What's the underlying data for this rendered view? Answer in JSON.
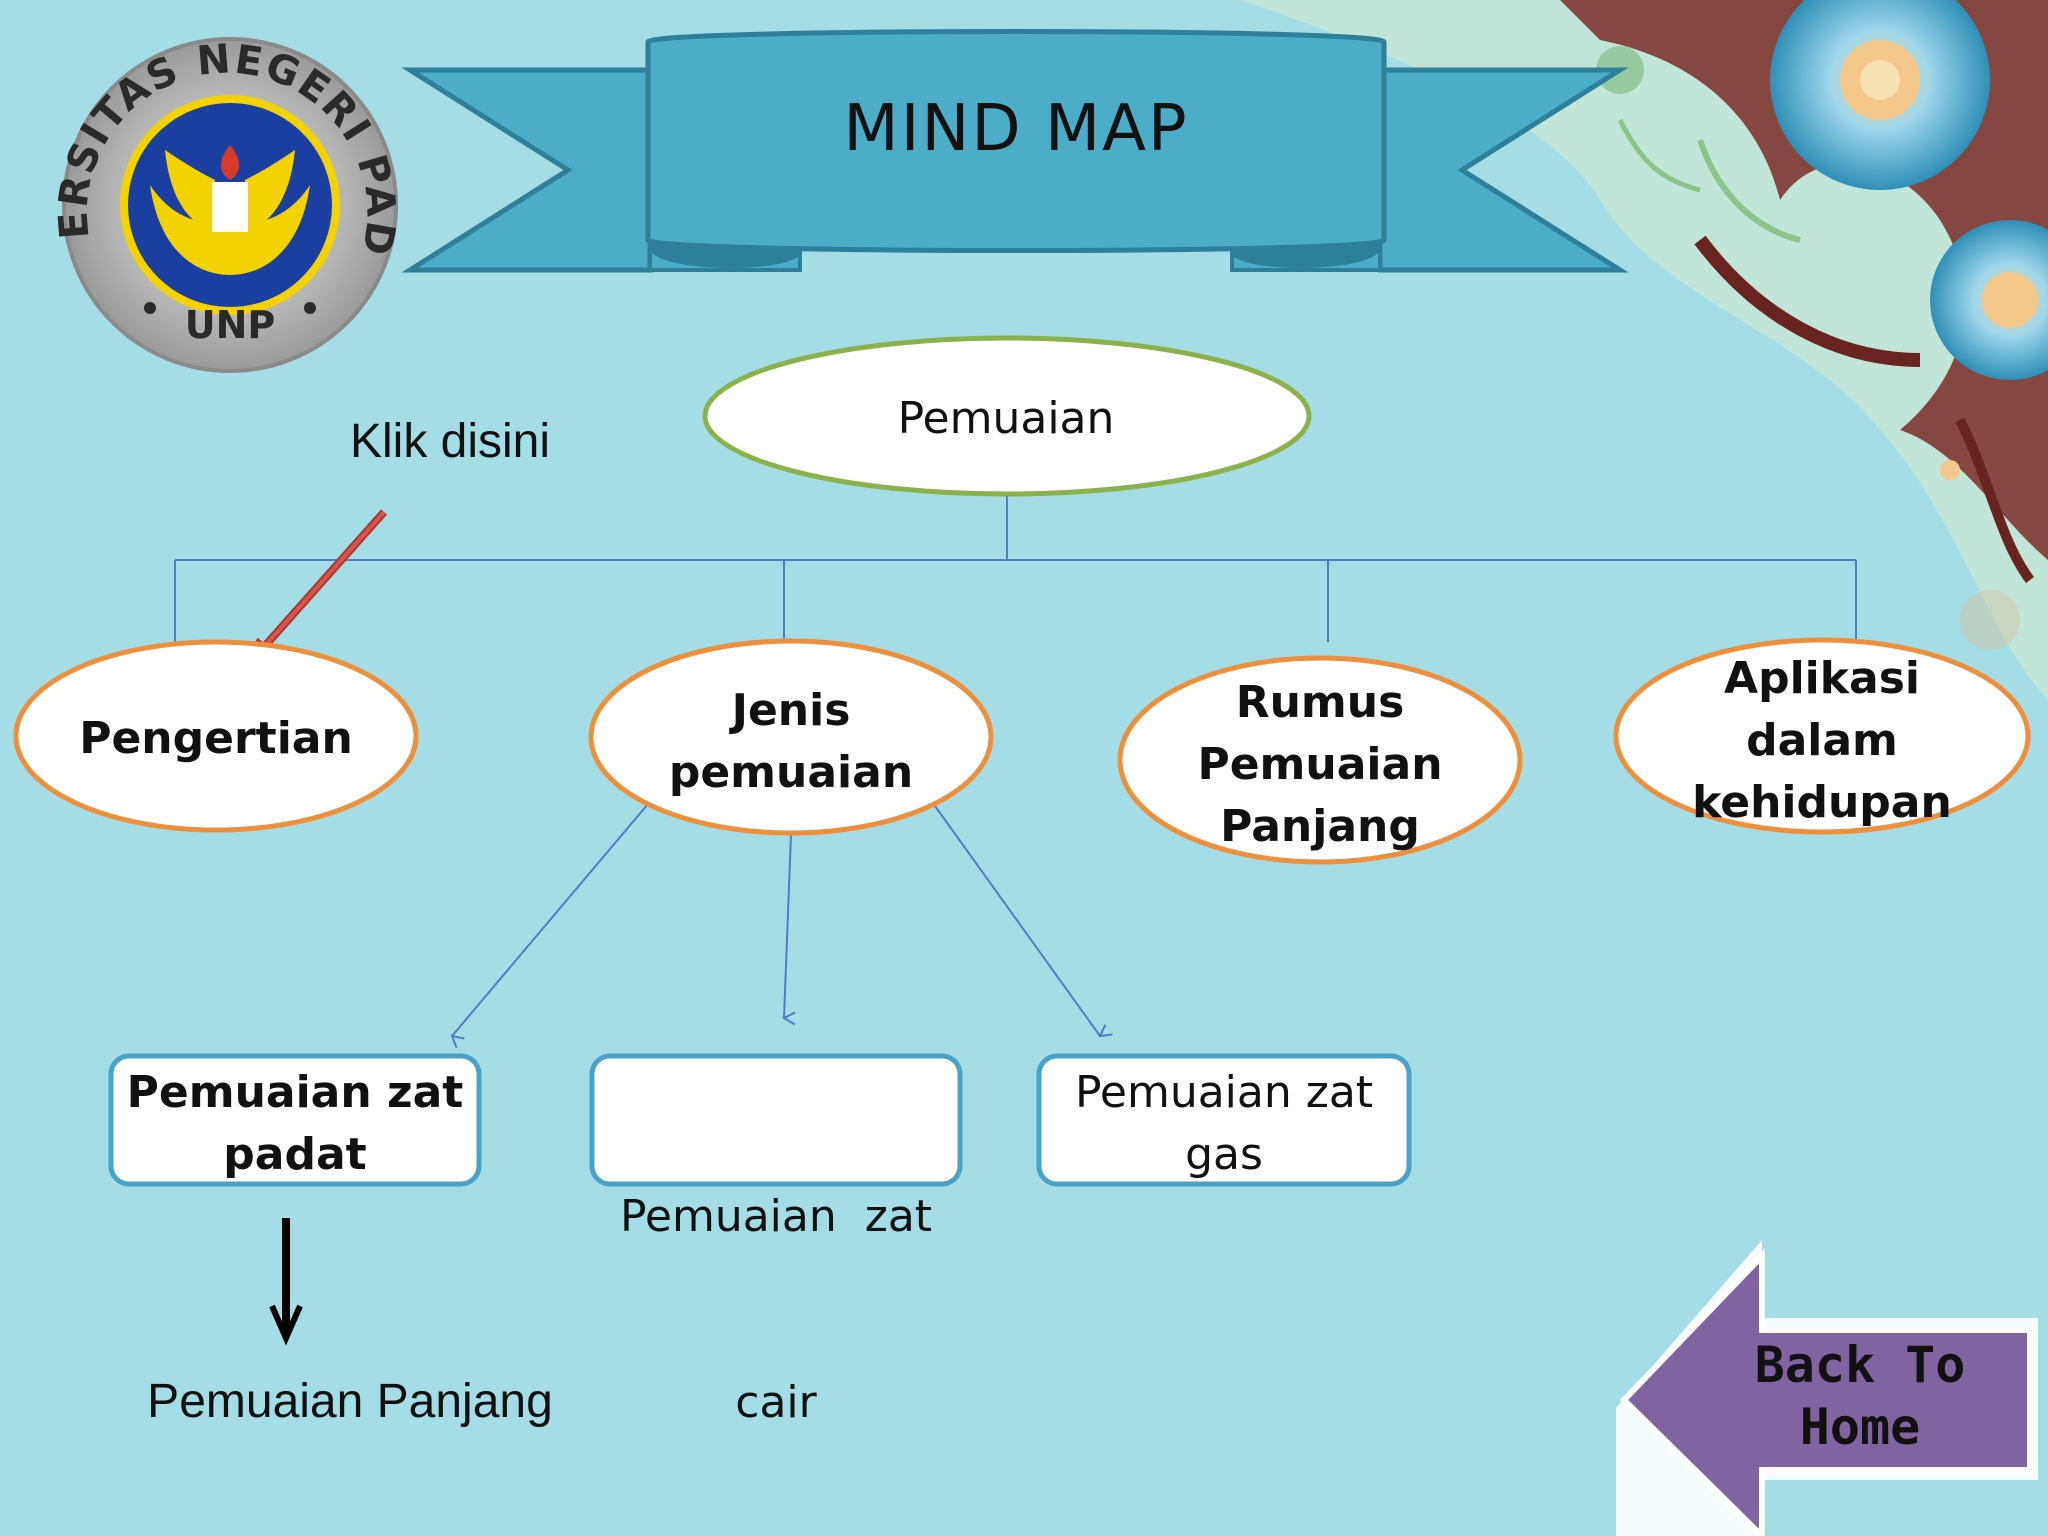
{
  "logo": {
    "arc_text": "UNIVERSITAS NEGERI PADANG",
    "abbr": "UNP"
  },
  "banner": {
    "title": "MIND  MAP"
  },
  "root": {
    "label": "Pemuaian"
  },
  "hint": {
    "label": "Klik disini"
  },
  "topics": [
    {
      "lines": [
        "Pengertian"
      ]
    },
    {
      "lines": [
        "Jenis",
        "pemuaian"
      ]
    },
    {
      "lines": [
        "Rumus",
        "Pemuaian",
        "Panjang"
      ]
    },
    {
      "lines": [
        "Aplikasi",
        "dalam",
        "kehidupan"
      ]
    }
  ],
  "types": [
    {
      "lines": [
        "Pemuaian zat",
        "padat"
      ]
    },
    {
      "lines": [
        "Pemuaian  zat",
        "cair"
      ]
    },
    {
      "lines": [
        "Pemuaian zat",
        "gas"
      ]
    }
  ],
  "sub": {
    "label": "Pemuaian Panjang"
  },
  "back_button": {
    "line1": "Back To",
    "line2": "Home"
  },
  "colors": {
    "background": "#a4dde5",
    "banner": "#4badc8",
    "banner_border": "#2e7f99",
    "root_border": "#8bb24a",
    "topic_border": "#ee8f3c",
    "box_border": "#4aa3c6",
    "connector": "#4f7fc0",
    "hint_arrow": "#c0392b",
    "back_button": "#8064a2"
  }
}
